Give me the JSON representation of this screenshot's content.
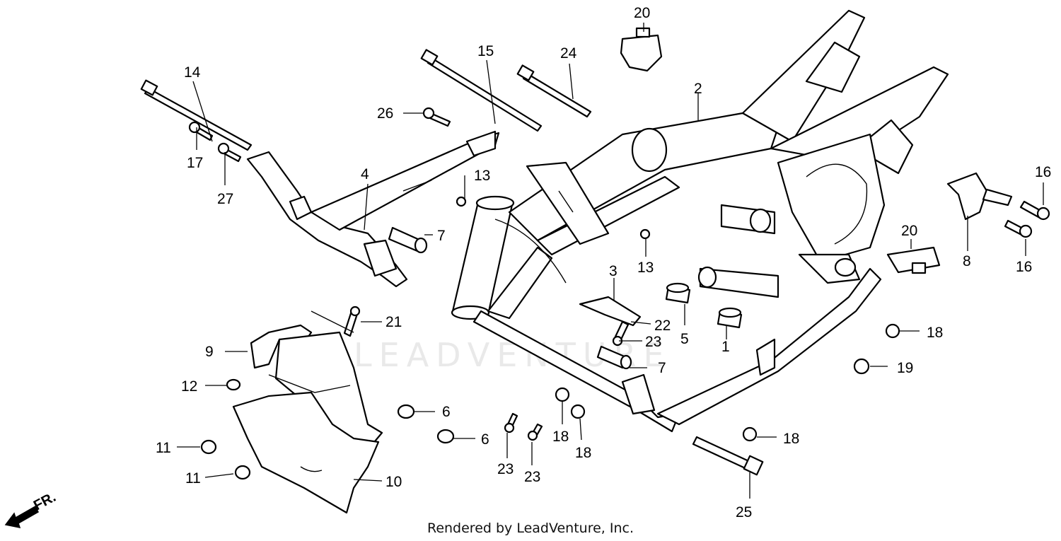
{
  "diagram": {
    "watermark": "LEADVENTURE",
    "footer": "Rendered by LeadVenture, Inc.",
    "direction_label": "FR.",
    "callouts": {
      "c1": "1",
      "c2": "2",
      "c3": "3",
      "c4": "4",
      "c5": "5",
      "c6a": "6",
      "c6b": "6",
      "c7a": "7",
      "c7b": "7",
      "c8": "8",
      "c9": "9",
      "c10": "10",
      "c11a": "11",
      "c11b": "11",
      "c12": "12",
      "c13a": "13",
      "c13b": "13",
      "c14": "14",
      "c15": "15",
      "c16a": "16",
      "c16b": "16",
      "c17": "17",
      "c18a": "18",
      "c18b": "18",
      "c18c": "18",
      "c18d": "18",
      "c19": "19",
      "c20a": "20",
      "c20b": "20",
      "c21": "21",
      "c22": "22",
      "c23a": "23",
      "c23b": "23",
      "c23c": "23",
      "c24": "24",
      "c25": "25",
      "c26": "26",
      "c27": "27"
    }
  }
}
